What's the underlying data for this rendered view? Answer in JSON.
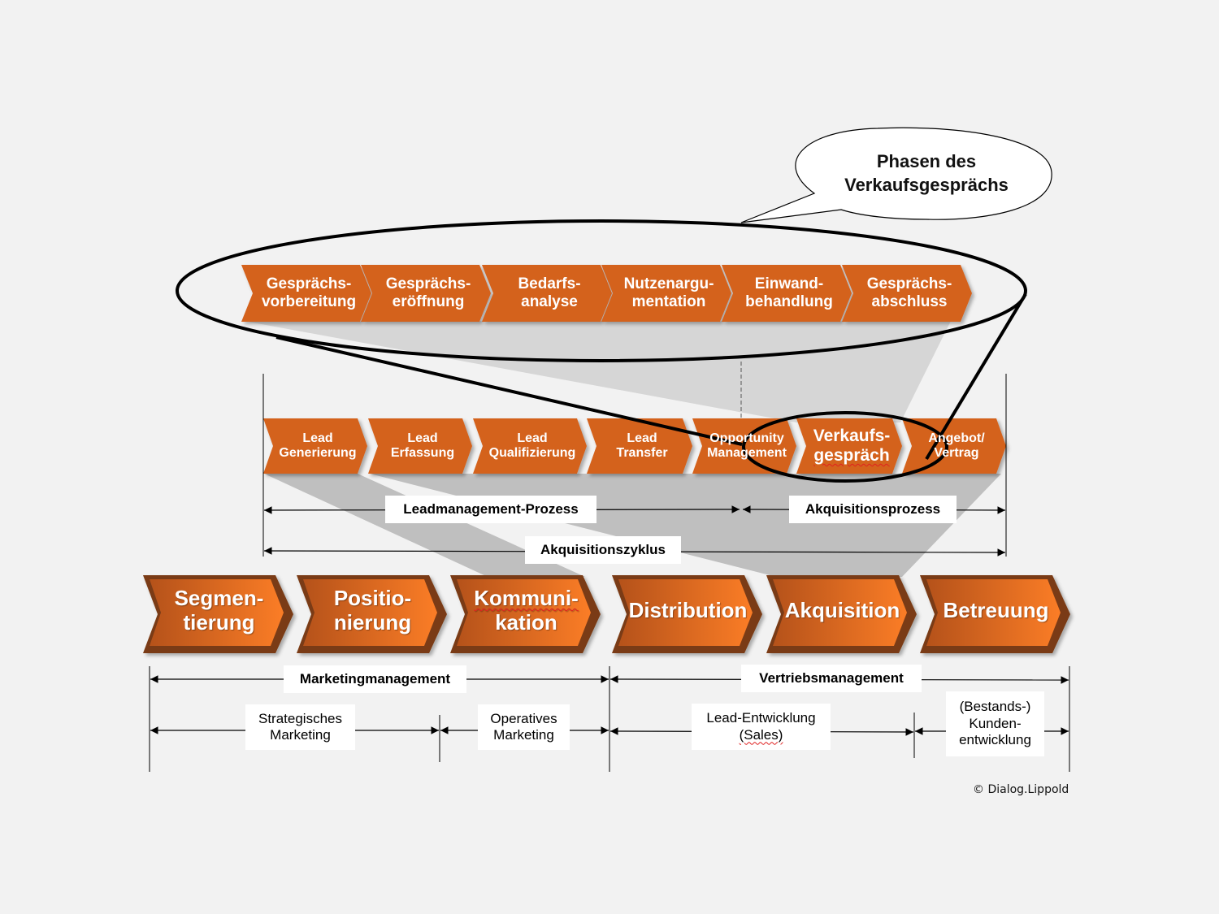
{
  "colors": {
    "background": "#f2f2f2",
    "chevron_flat": "#d4621e",
    "chevron_big_light": "#fb7d26",
    "chevron_big_dark": "#b5521a",
    "funnel_light": "#d6d6d6",
    "funnel_dark": "#bfbfbf",
    "outline": "#000000",
    "label_box": "#ffffff"
  },
  "callout": {
    "line1": "Phasen des",
    "line2": "Verkaufsgesprächs"
  },
  "sales_conversation_phases": [
    {
      "line1": "Gesprächs-",
      "line2": "vorbereitung"
    },
    {
      "line1": "Gesprächs-",
      "line2": "eröffnung"
    },
    {
      "line1": "Bedarfs-",
      "line2": "analyse"
    },
    {
      "line1": "Nutzenargu-",
      "line2": "mentation"
    },
    {
      "line1": "Einwand-",
      "line2": "behandlung"
    },
    {
      "line1": "Gesprächs-",
      "line2": "abschluss"
    }
  ],
  "acquisition_steps": [
    {
      "line1": "Lead",
      "line2": "Generierung"
    },
    {
      "line1": "Lead",
      "line2": "Erfassung"
    },
    {
      "line1": "Lead",
      "line2": "Qualifizierung"
    },
    {
      "line1": "Lead",
      "line2": "Transfer"
    },
    {
      "line1": "Opportunity",
      "line2": "Management"
    },
    {
      "line1": "Verkaufs-",
      "line2": "gespräch",
      "highlighted": true
    },
    {
      "line1": "Angebot/",
      "line2": "Vertrag"
    }
  ],
  "process_spans": {
    "leadmanagement": "Leadmanagement-Prozess",
    "akquisitionsprozess": "Akquisitionsprozess",
    "akquisitionszyklus": "Akquisitionszyklus"
  },
  "value_chain": [
    {
      "line1": "Segmen-",
      "line2": "tierung"
    },
    {
      "line1": "Positio-",
      "line2": "nierung"
    },
    {
      "line1": "Kommuni-",
      "line2": "kation"
    },
    {
      "line1": "Distribution",
      "line2": ""
    },
    {
      "line1": "Akquisition",
      "line2": ""
    },
    {
      "line1": "Betreuung",
      "line2": ""
    }
  ],
  "management_spans": {
    "marketing": "Marketingmanagement",
    "vertrieb": "Vertriebsmanagement",
    "strategisch_1": "Strategisches",
    "strategisch_2": "Marketing",
    "operativ_1": "Operatives",
    "operativ_2": "Marketing",
    "lead_entw_1": "Lead-Entwicklung",
    "lead_entw_2": "(Sales)",
    "kunden_1": "(Bestands-)",
    "kunden_2": "Kunden-",
    "kunden_3": "entwicklung"
  },
  "copyright": "© Dialog.Lippold"
}
